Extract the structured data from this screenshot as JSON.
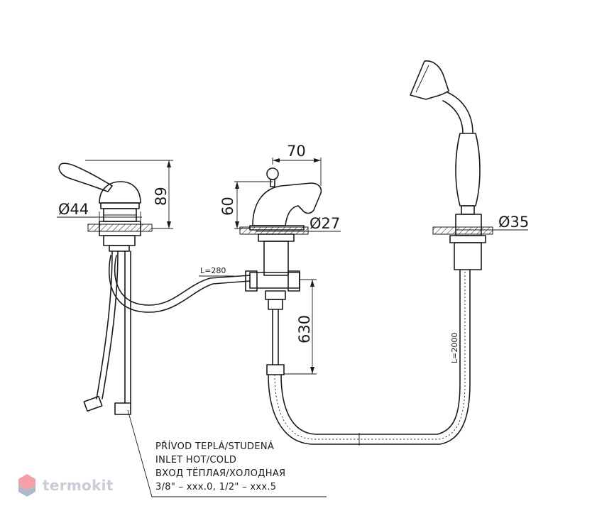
{
  "dimensions": {
    "lever_height": "89",
    "lever_diameter": "Ø44",
    "spout_reach": "70",
    "spout_height": "60",
    "spout_diameter": "Ø27",
    "shower_diameter": "Ø35",
    "pipe_length": "L=280",
    "tail_length": "630",
    "hose_length": "L=2000"
  },
  "note": {
    "line1": "PŘÍVOD TEPLÁ/STUDENÁ",
    "line2": "INLET HOT/COLD",
    "line3": "ВХОД ТЁПЛАЯ/ХОЛОДНАЯ",
    "line4": "3/8\" – xxx.0, 1/2\" – xxx.5"
  },
  "brand": {
    "name": "termokit",
    "colors": {
      "icon_top": "#f4a0a8",
      "icon_bottom": "#aeb8cc",
      "text": "#c9ccd4"
    }
  }
}
